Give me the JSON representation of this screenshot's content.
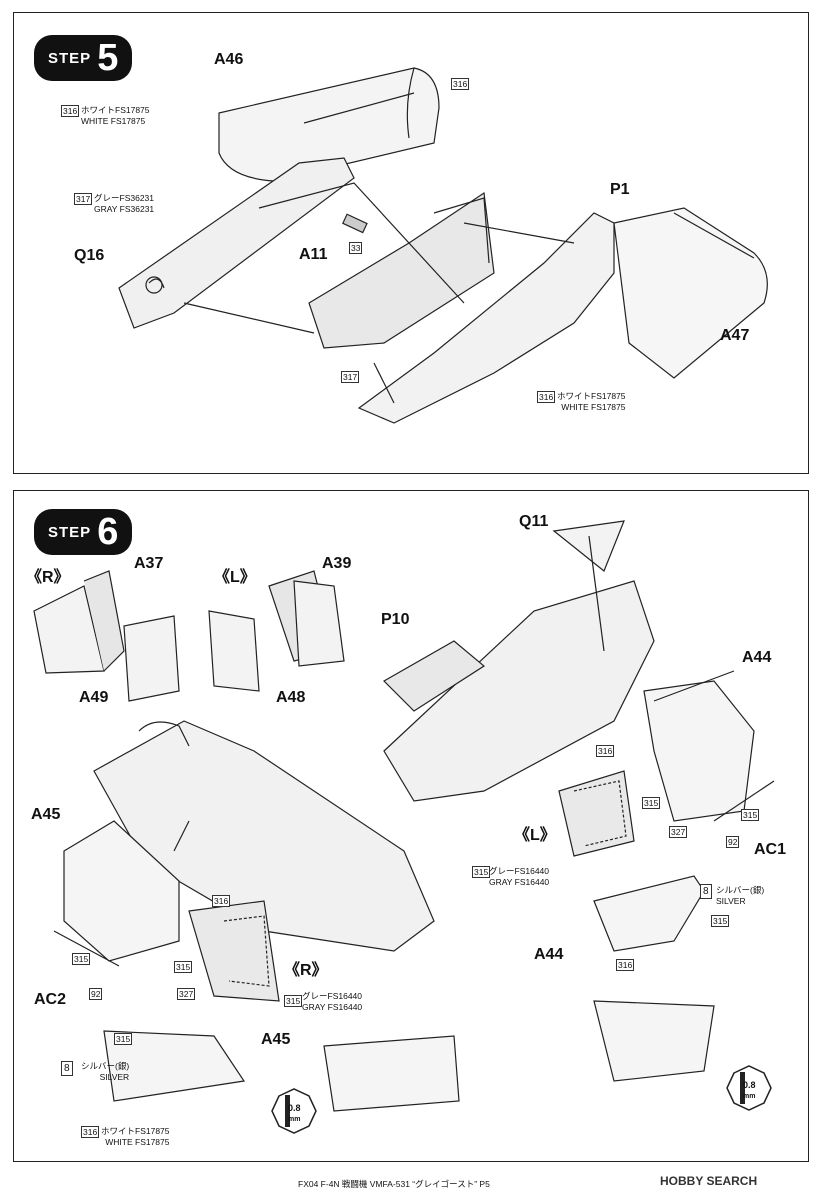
{
  "step5": {
    "badge_word": "STEP",
    "badge_num": "5",
    "parts": {
      "a46": "A46",
      "p1": "P1",
      "q16": "Q16",
      "a11": "A11",
      "a47": "A47"
    },
    "notes": {
      "white_tl_jp": "ホワイトFS17875",
      "white_tl_en": "WHITE FS17875",
      "gray_jp": "グレーFS36231",
      "gray_en": "GRAY FS36231",
      "white_br_jp": "ホワイトFS17875",
      "white_br_en": "WHITE FS17875"
    },
    "paint": {
      "c316a": "316",
      "c316b": "316",
      "c317a": "317",
      "c317b": "317",
      "c33": "33",
      "c316c": "316"
    }
  },
  "step6": {
    "badge_word": "STEP",
    "badge_num": "6",
    "parts": {
      "q11": "Q11",
      "a37": "A37",
      "a39": "A39",
      "p10": "P10",
      "a49": "A49",
      "a48": "A48",
      "a44_top": "A44",
      "a45_left": "A45",
      "ac1": "AC1",
      "a44_mid": "A44",
      "ac2": "AC2",
      "a45_bottom": "A45"
    },
    "sides": {
      "r_top": "《R》",
      "l_top": "《L》",
      "l_mid": "《L》",
      "r_mid": "《R》"
    },
    "notes": {
      "gray_l_jp": "グレーFS16440",
      "gray_l_en": "GRAY FS16440",
      "gray_r_jp": "グレーFS16440",
      "gray_r_en": "GRAY FS16440",
      "silver_r_jp": "シルバー(銀)",
      "silver_r_en": "SILVER",
      "silver_l_jp": "シルバー(銀)",
      "silver_l_en": "SILVER",
      "white_jp": "ホワイトFS17875",
      "white_en": "WHITE FS17875"
    },
    "paint": {
      "c316_l": "316",
      "c315_l": "315",
      "c315_r1": "315",
      "c327_r": "327",
      "c92_r": "92",
      "c315_lower": "315",
      "c327_lower": "327",
      "c92_lower": "92",
      "c316_lr": "316",
      "c315_lr": "315",
      "c315_s": "315",
      "c316_s": "316",
      "c8_r": "8",
      "c315_lb": "315",
      "c8_l": "8",
      "c316_lb": "316"
    },
    "drill": {
      "right": "0.8",
      "left": "0.8",
      "unit": "mm"
    }
  },
  "footer": "FX04 F-4N 戦闘機 VMFA-531 “グレイゴースト” P5",
  "watermark": "HOBBY SEARCH"
}
